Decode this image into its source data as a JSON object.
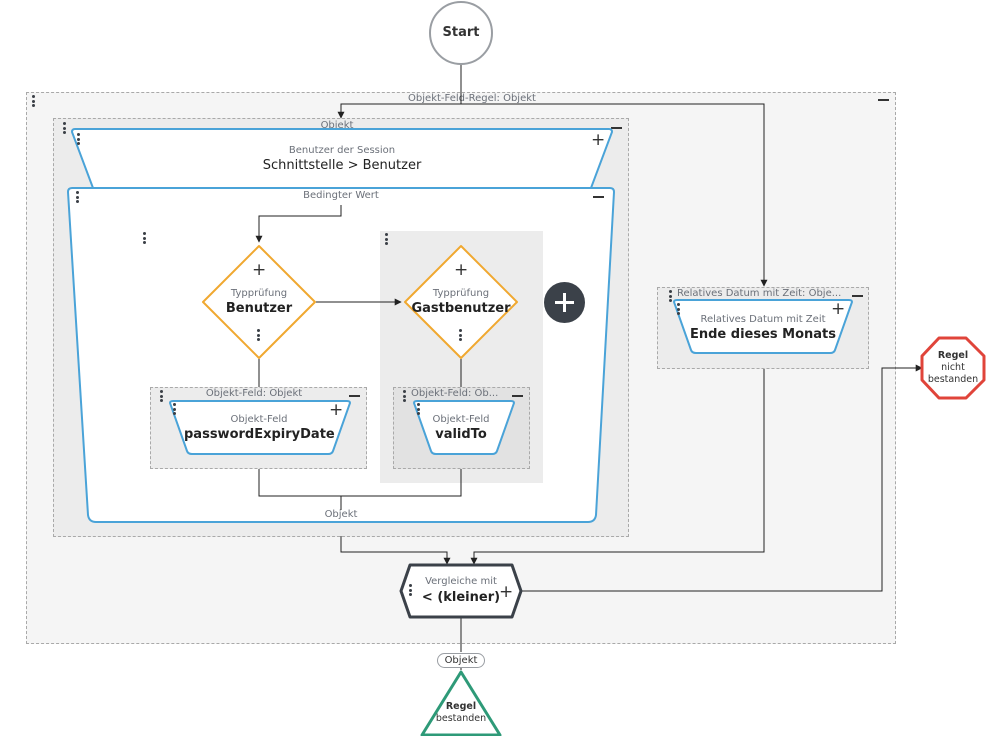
{
  "start": {
    "label": "Start"
  },
  "outer": {
    "caption": "Objekt-Feld-Regel: Objekt"
  },
  "objekt": {
    "caption": "Objekt",
    "bottom_caption": "Objekt"
  },
  "session": {
    "small": "Benutzer der Session",
    "big": "Schnittstelle > Benutzer"
  },
  "bedingt": {
    "caption": "Bedingter Wert"
  },
  "type1": {
    "small": "Typprüfung",
    "big": "Benutzer"
  },
  "type2": {
    "small": "Typprüfung",
    "big": "Gastbenutzer"
  },
  "field1": {
    "caption": "Objekt-Feld: Objekt",
    "small": "Objekt-Feld",
    "big": "passwordExpiryDate"
  },
  "field2": {
    "caption": "Objekt-Feld: Ob...",
    "small": "Objekt-Feld",
    "big": "validTo"
  },
  "rel": {
    "caption": "Relatives Datum mit Zeit: Obje...",
    "small": "Relatives Datum mit Zeit",
    "big": "Ende dieses Monats"
  },
  "compare": {
    "small": "Vergleiche mit",
    "big": "< (kleiner)"
  },
  "fail": {
    "line1": "Regel",
    "line2": "nicht",
    "line3": "bestanden"
  },
  "pass": {
    "line1": "Regel",
    "line2": "bestanden"
  },
  "output": {
    "label": "Objekt"
  },
  "colors": {
    "blue": "#4aa3d8",
    "orange": "#f0a830",
    "red": "#e0443a",
    "green": "#2e9a78",
    "dark": "#3b4149"
  }
}
